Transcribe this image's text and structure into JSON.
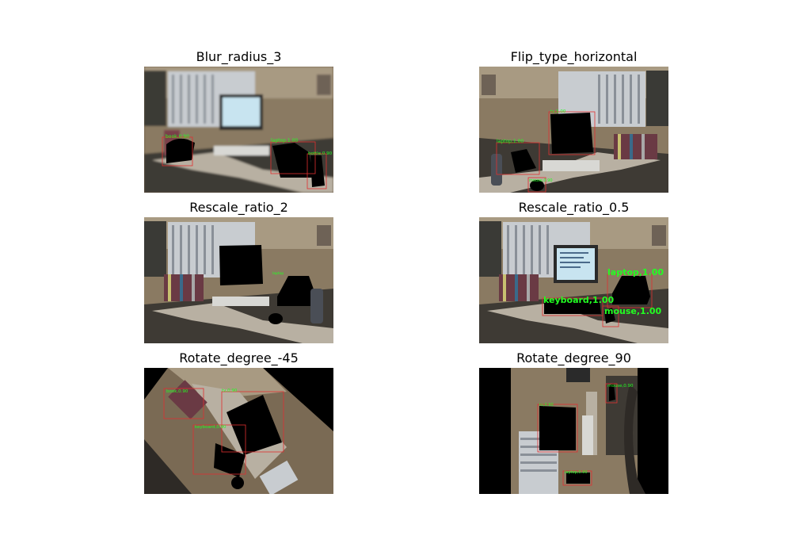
{
  "panels": [
    {
      "title": "Blur_radius_3",
      "labels": [
        "book,0.90",
        "laptop,1.00",
        "bottle,0.90"
      ]
    },
    {
      "title": "Flip_type_horizontal",
      "labels": [
        "tv,1.00",
        "laptop,1.00",
        "mouse,0.90"
      ]
    },
    {
      "title": "Rescale_ratio_2",
      "labels": [
        "laptop"
      ]
    },
    {
      "title": "Rescale_ratio_0.5",
      "labels": [
        "laptop,1.00",
        "keyboard,1.00",
        "mouse,1.00"
      ]
    },
    {
      "title": "Rotate_degree_-45",
      "labels": [
        "book,0.90",
        "tv,0.90",
        "keyboard,0.90"
      ]
    },
    {
      "title": "Rotate_degree_90",
      "labels": [
        "mouse,0.90",
        "tv,0.90",
        "laptop,0.90"
      ]
    }
  ],
  "colors": {
    "box": "#e03030",
    "label": "#22ff22",
    "mask": "#000000"
  }
}
